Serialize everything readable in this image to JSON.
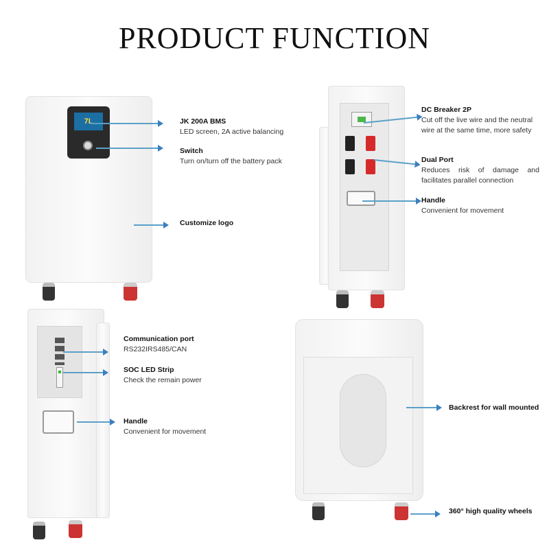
{
  "title": "PRODUCT FUNCTION",
  "display_reading": "7L",
  "features": {
    "bms": {
      "title": "JK 200A BMS",
      "desc": "LED screen, 2A active balancing"
    },
    "switch": {
      "title": "Switch",
      "desc": "Turn on/turn off the battery pack"
    },
    "logo": {
      "title": "Customize logo"
    },
    "breaker": {
      "title": "DC Breaker 2P",
      "desc": "Cut off the live wire and the neutral wire at the same time, more safety"
    },
    "dual_port": {
      "title": "Dual Port",
      "desc": "Reduces risk of damage and facilitates parallel connection"
    },
    "handle_right": {
      "title": "Handle",
      "desc": "Convenient for movement"
    },
    "comm_port": {
      "title": "Communication port",
      "desc": "RS232IRS485/CAN"
    },
    "soc": {
      "title": "SOC LED Strip",
      "desc": "Check the remain power"
    },
    "handle_left": {
      "title": "Handle",
      "desc": "Convenient for movement"
    },
    "backrest": {
      "title": "Backrest for wall mounted"
    },
    "wheels": {
      "title": "360°  high quality wheels"
    }
  }
}
